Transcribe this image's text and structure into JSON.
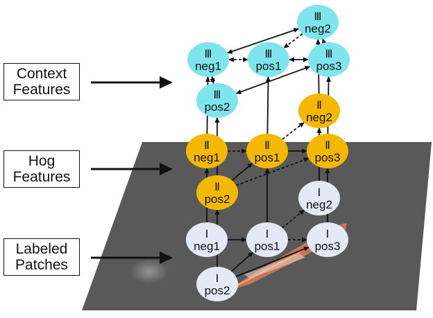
{
  "labels": {
    "context": {
      "line1": "Context",
      "line2": "Features"
    },
    "hog": {
      "line1": "Hog",
      "line2": "Features"
    },
    "patches": {
      "line1": "Labeled",
      "line2": "Patches"
    }
  },
  "colors": {
    "context_node": "#7FE5EC",
    "hog_node": "#F4B800",
    "patch_node": "#E4E9F6",
    "ground_plane": "#595959",
    "ship": "#D07A52",
    "edge": "#111111"
  },
  "nodes": [
    {
      "id": "c-neg2",
      "level": "Ⅲ",
      "name": "neg2",
      "layer": "context"
    },
    {
      "id": "c-neg1",
      "level": "Ⅲ",
      "name": "neg1",
      "layer": "context"
    },
    {
      "id": "c-pos1",
      "level": "Ⅲ",
      "name": "pos1",
      "layer": "context"
    },
    {
      "id": "c-pos3",
      "level": "Ⅲ",
      "name": "pos3",
      "layer": "context"
    },
    {
      "id": "c-pos2",
      "level": "Ⅲ",
      "name": "pos2",
      "layer": "context"
    },
    {
      "id": "h-neg2",
      "level": "Ⅱ",
      "name": "neg2",
      "layer": "hog"
    },
    {
      "id": "h-neg1",
      "level": "Ⅱ",
      "name": "neg1",
      "layer": "hog"
    },
    {
      "id": "h-pos1",
      "level": "Ⅱ",
      "name": "pos1",
      "layer": "hog"
    },
    {
      "id": "h-pos3",
      "level": "Ⅱ",
      "name": "pos3",
      "layer": "hog"
    },
    {
      "id": "h-pos2",
      "level": "Ⅱ",
      "name": "pos2",
      "layer": "hog"
    },
    {
      "id": "p-neg2",
      "level": "Ⅰ",
      "name": "neg2",
      "layer": "patch"
    },
    {
      "id": "p-neg1",
      "level": "Ⅰ",
      "name": "neg1",
      "layer": "patch"
    },
    {
      "id": "p-pos1",
      "level": "Ⅰ",
      "name": "pos1",
      "layer": "patch"
    },
    {
      "id": "p-pos3",
      "level": "Ⅰ",
      "name": "pos3",
      "layer": "patch"
    },
    {
      "id": "p-pos2",
      "level": "Ⅰ",
      "name": "pos2",
      "layer": "patch"
    }
  ],
  "edges": [
    {
      "from": "c-neg2",
      "to": "c-neg1",
      "style": "solid",
      "heads": "both"
    },
    {
      "from": "c-neg2",
      "to": "c-pos1",
      "style": "dashed",
      "heads": "end"
    },
    {
      "from": "c-neg1",
      "to": "c-pos1",
      "style": "dashed",
      "heads": "both"
    },
    {
      "from": "c-pos1",
      "to": "c-pos3",
      "style": "solid",
      "heads": "both"
    },
    {
      "from": "c-neg1",
      "to": "c-pos2",
      "style": "dashed",
      "heads": "both"
    },
    {
      "from": "c-pos2",
      "to": "c-pos3",
      "style": "solid",
      "heads": "both"
    },
    {
      "from": "c-pos3",
      "to": "c-neg2",
      "style": "solid",
      "heads": "end"
    },
    {
      "from": "h-pos1",
      "to": "c-pos1",
      "style": "solid",
      "heads": "end"
    },
    {
      "from": "h-neg1",
      "to": "c-neg1",
      "style": "solid",
      "heads": "end"
    },
    {
      "from": "h-pos2",
      "to": "c-pos2",
      "style": "solid",
      "heads": "end"
    },
    {
      "from": "h-neg2",
      "to": "c-neg2",
      "style": "solid",
      "heads": "end"
    },
    {
      "from": "h-pos3",
      "to": "c-pos3",
      "style": "solid",
      "heads": "end"
    },
    {
      "from": "h-neg1",
      "to": "h-pos1",
      "style": "dashed",
      "heads": "end"
    },
    {
      "from": "h-pos1",
      "to": "h-pos3",
      "style": "solid",
      "heads": "end"
    },
    {
      "from": "h-pos1",
      "to": "h-neg2",
      "style": "dashed",
      "heads": "end"
    },
    {
      "from": "h-pos2",
      "to": "h-pos1",
      "style": "solid",
      "heads": "end"
    },
    {
      "from": "h-pos2",
      "to": "h-pos3",
      "style": "dashed",
      "heads": "end"
    },
    {
      "from": "p-neg1",
      "to": "h-neg1",
      "style": "solid",
      "heads": "end"
    },
    {
      "from": "p-pos1",
      "to": "h-pos1",
      "style": "solid",
      "heads": "end"
    },
    {
      "from": "p-pos2",
      "to": "h-pos2",
      "style": "solid",
      "heads": "end"
    },
    {
      "from": "p-neg2",
      "to": "h-neg2",
      "style": "solid",
      "heads": "end"
    },
    {
      "from": "p-pos3",
      "to": "h-pos3",
      "style": "solid",
      "heads": "end"
    },
    {
      "from": "p-neg1",
      "to": "p-pos1",
      "style": "solid",
      "heads": "end"
    },
    {
      "from": "p-pos1",
      "to": "p-pos3",
      "style": "dashed",
      "heads": "end"
    },
    {
      "from": "p-pos1",
      "to": "p-neg2",
      "style": "dashed",
      "heads": "end"
    },
    {
      "from": "p-pos2",
      "to": "p-pos1",
      "style": "solid",
      "heads": "end"
    },
    {
      "from": "p-pos2",
      "to": "p-pos3",
      "style": "solid",
      "heads": "end"
    }
  ]
}
